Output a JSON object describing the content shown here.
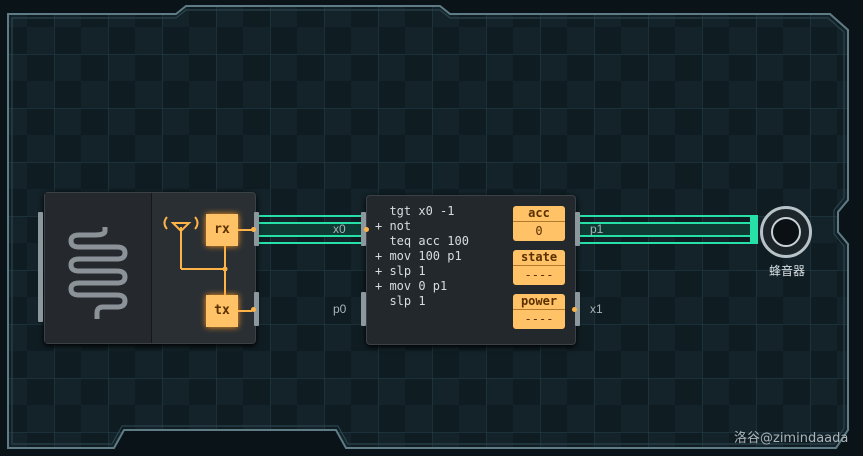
{
  "mcu": {
    "code": [
      "  tgt x0 -1",
      "+ not",
      "  teq acc 100",
      "+ mov 100 p1",
      "+ slp 1",
      "+ mov 0 p1",
      "  slp 1"
    ],
    "registers": [
      {
        "name": "acc",
        "value": "0"
      },
      {
        "name": "state",
        "value": "----"
      },
      {
        "name": "power",
        "value": "----"
      }
    ],
    "ports": {
      "x0": "x0",
      "p0": "p0",
      "p1": "p1",
      "x1": "x1"
    }
  },
  "radio": {
    "rx": "rx",
    "tx": "tx"
  },
  "buzzer": {
    "label": "蜂音器"
  },
  "watermark": "洛谷@zimindaada",
  "colors": {
    "wire": "#27e0a8",
    "accent": "#ffc266",
    "board": "#0e1c22"
  }
}
